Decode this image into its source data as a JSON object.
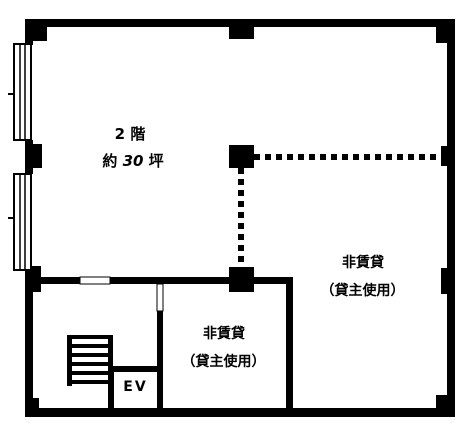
{
  "floor": {
    "name": "2 階",
    "area_prefix": "約",
    "area_value": "30",
    "area_unit": "坪"
  },
  "right_room": {
    "label": "非賃貸",
    "note": "（貸主使用）"
  },
  "middle_room": {
    "label": "非賃貸",
    "note": "（貸主使用）"
  },
  "elevator": {
    "label": "EV"
  },
  "colors": {
    "wall": "#000000",
    "background": "#ffffff"
  }
}
